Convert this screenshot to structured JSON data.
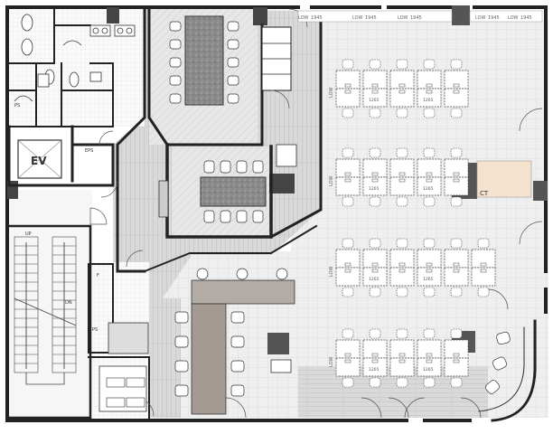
{
  "labels": {
    "ev": "EV",
    "eps": "EPS",
    "ps_top": "PS",
    "ps_mid": "PS",
    "f": "F",
    "up": "UP",
    "dn": "DN",
    "ct": "CT"
  },
  "window_strip": {
    "low": "LOW",
    "height": "1945"
  },
  "desk_tag": "1265",
  "colors": {
    "wall": "#222222",
    "floor_tile": "#eeeeee",
    "floor_line": "#c8c8c8",
    "corridor": "#d4d4d4",
    "counter": "#a59a93",
    "ct_accent": "#f4e2cf",
    "furniture": "#ffffff"
  }
}
